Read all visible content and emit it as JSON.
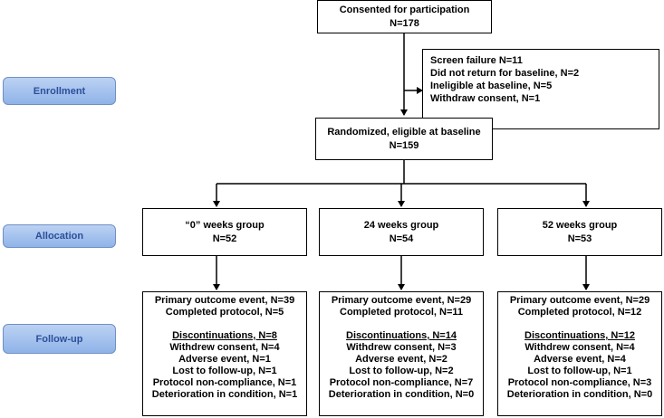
{
  "stages": {
    "enrollment": "Enrollment",
    "allocation": "Allocation",
    "followup": "Follow-up"
  },
  "consented": {
    "line1": "Consented for participation",
    "line2": "N=178"
  },
  "excluded": [
    "Screen failure  N=11",
    "Did not return for baseline, N=2",
    "Ineligible at baseline, N=5",
    "Withdraw consent, N=1"
  ],
  "randomized": {
    "line1": "Randomized, eligible at baseline",
    "line2": "N=159"
  },
  "groups": [
    {
      "name": "“0” weeks group",
      "n": "N=52",
      "primary": "Primary outcome event, N=39",
      "completed": "Completed protocol, N=5",
      "disc": "Discontinuations, N=8",
      "reasons": [
        "Withdrew consent, N=4",
        "Adverse event, N=1",
        "Lost to follow-up, N=1",
        "Protocol non-compliance, N=1",
        "Deterioration in condition, N=1"
      ]
    },
    {
      "name": "24 weeks group",
      "n": "N=54",
      "primary": "Primary outcome event, N=29",
      "completed": "Completed protocol, N=11",
      "disc": "Discontinuations, N=14",
      "reasons": [
        "Withdrew consent, N=3",
        "Adverse event, N=2",
        "Lost to follow-up, N=2",
        "Protocol non-compliance, N=7",
        "Deterioration in condition, N=0"
      ]
    },
    {
      "name": "52 weeks group",
      "n": "N=53",
      "primary": "Primary outcome event, N=29",
      "completed": "Completed protocol, N=12",
      "disc": "Discontinuations, N=12",
      "reasons": [
        "Withdrew consent, N=4",
        "Adverse event, N=4",
        "Lost to follow-up, N=1",
        "Protocol non-compliance, N=3",
        "Deterioration in condition, N=0"
      ]
    }
  ]
}
